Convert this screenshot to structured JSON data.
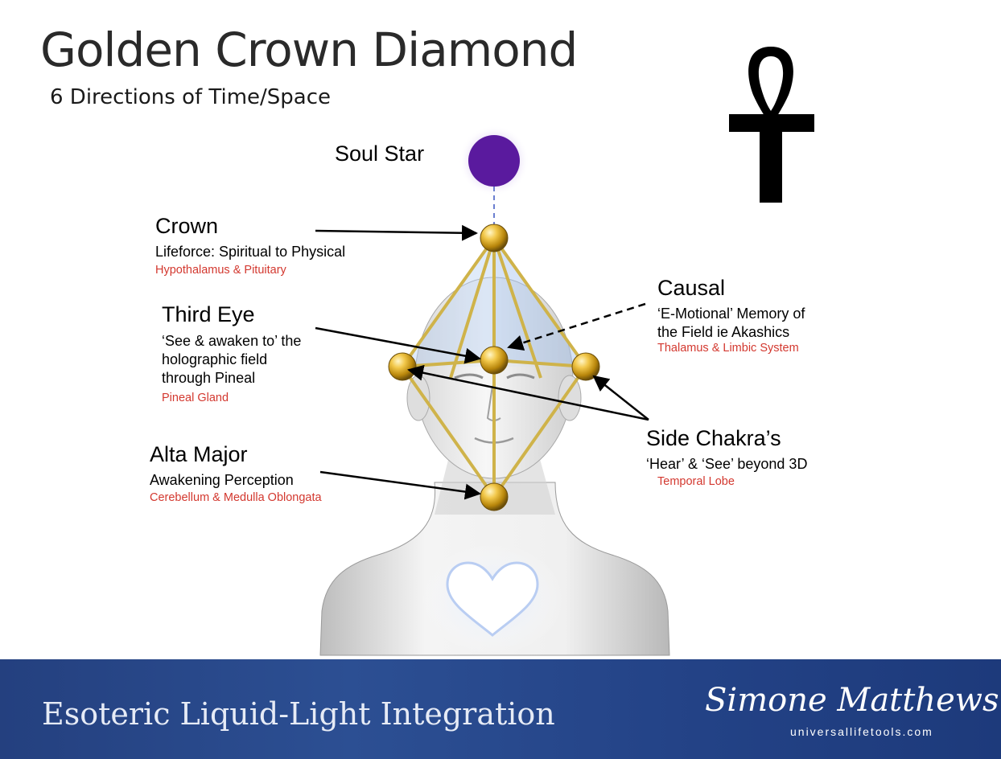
{
  "title": "Golden Crown Diamond",
  "subtitle": "6 Directions of Time/Space",
  "labels": {
    "soul_star": "Soul Star",
    "crown": {
      "heading": "Crown",
      "description": "Lifeforce: Spiritual to Physical",
      "anatomy": "Hypothalamus & Pituitary"
    },
    "third_eye": {
      "heading": "Third Eye",
      "description_lines": [
        "‘See & awaken to’ the",
        "holographic field",
        "through Pineal"
      ],
      "anatomy": "Pineal Gland"
    },
    "alta_major": {
      "heading": "Alta Major",
      "description": "Awakening Perception",
      "anatomy": "Cerebellum & Medulla Oblongata"
    },
    "causal": {
      "heading": "Causal",
      "description_lines": [
        "‘E-Motional’ Memory of",
        "the Field ie Akashics"
      ],
      "anatomy": "Thalamus & Limbic System"
    },
    "side_chakras": {
      "heading": "Side Chakra’s",
      "description": "‘Hear’ & ‘See’ beyond 3D",
      "anatomy": "Temporal Lobe"
    }
  },
  "footer": {
    "tagline": "Esoteric Liquid-Light Integration",
    "brand_name": "Simone Matthews",
    "brand_url": "universallifetools.com"
  },
  "colors": {
    "anatomy_text": "#d3382f",
    "footer_bg": "#24407f",
    "soul_star": "#5a1a9e",
    "gold_node": "#d4a017"
  },
  "icons": [
    "ankh-icon",
    "heart-icon",
    "soul-star-icon"
  ]
}
